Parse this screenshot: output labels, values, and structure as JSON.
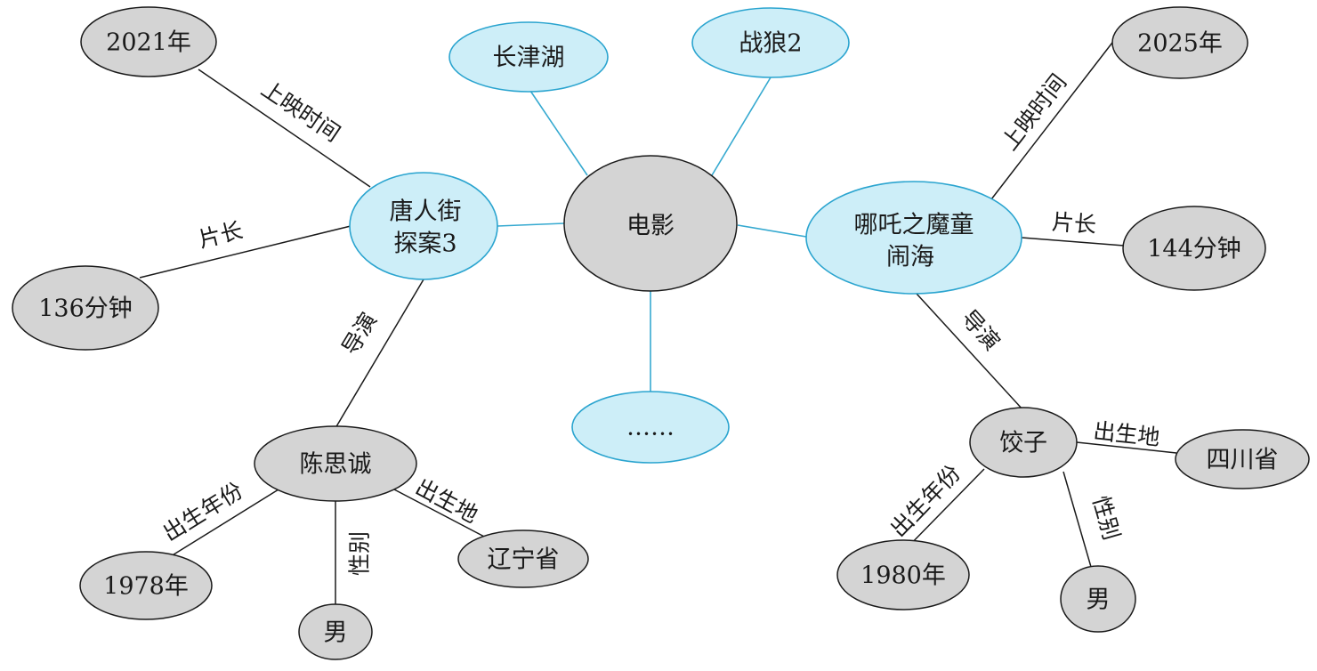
{
  "colors": {
    "gray_node_fill": "#d4d4d4",
    "blue_node_fill": "#cdeef8",
    "blue_stroke": "#2aa4cf",
    "line_black": "#1a1a1a"
  },
  "nodes": {
    "center": "电影",
    "movie1": [
      "唐人街",
      "探案3"
    ],
    "movie2": [
      "哪吒之魔童",
      "闹海"
    ],
    "changjinhu": "长津湖",
    "zhanlang": "战狼2",
    "ellipsis": "……",
    "year2021": "2021年",
    "len136": "136分钟",
    "director1": "陈思诚",
    "year1978": "1978年",
    "male1": "男",
    "liaoning": "辽宁省",
    "year2025": "2025年",
    "len144": "144分钟",
    "director2": "饺子",
    "year1980": "1980年",
    "male2": "男",
    "sichuan": "四川省"
  },
  "edges": {
    "release1": "上映时间",
    "length1": "片长",
    "director1": "导演",
    "birthyear1": "出生年份",
    "gender1": "性别",
    "birthplace1": "出生地",
    "release2": "上映时间",
    "length2": "片长",
    "director2": "导演",
    "birthyear2": "出生年份",
    "gender2": "性别",
    "birthplace2": "出生地"
  }
}
